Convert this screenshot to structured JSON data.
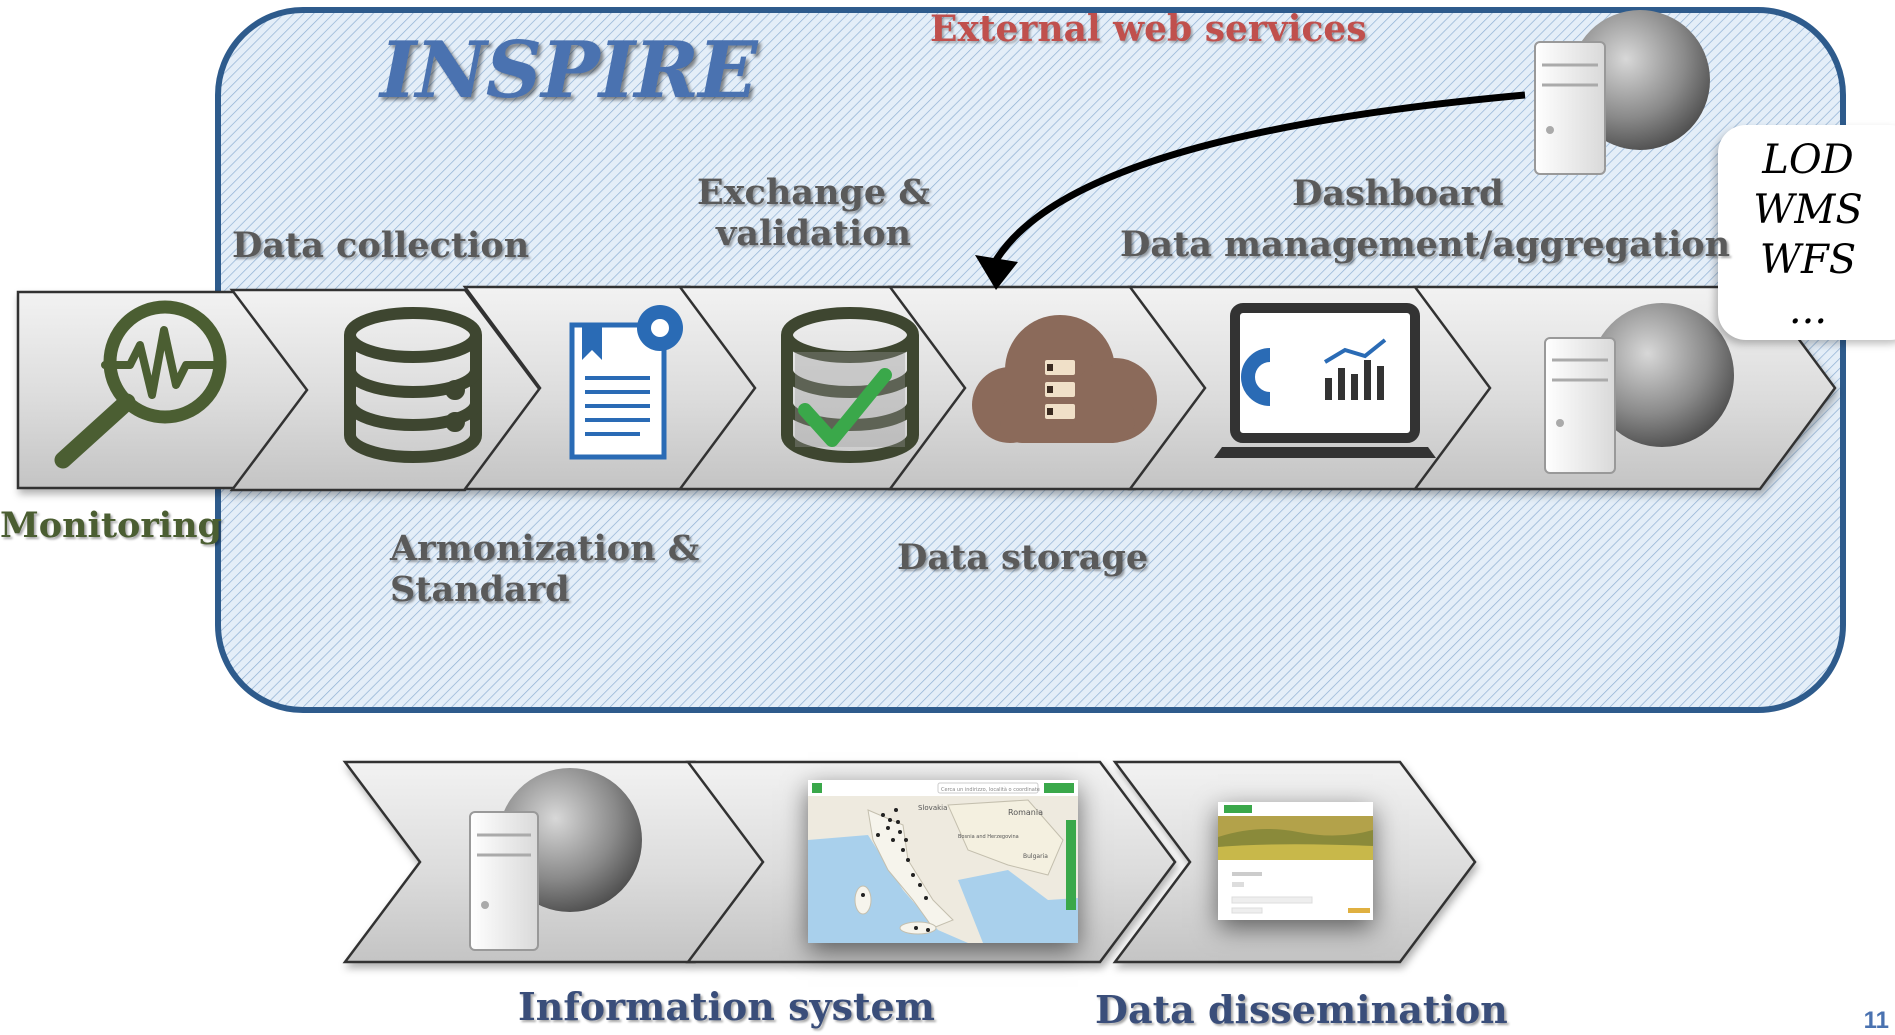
{
  "title": "INSPIRE",
  "external_label": "External web services",
  "callout": {
    "items": [
      "LOD",
      "WMS",
      "WFS",
      "..."
    ]
  },
  "labels": {
    "monitoring": "Monitoring",
    "data_collection": "Data collection",
    "armonization_line1": "Armonization &",
    "armonization_line2": "Standard",
    "exchange_line1": "Exchange &",
    "exchange_line2": "validation",
    "data_storage": "Data storage",
    "dashboard": "Dashboard",
    "data_management": "Data management/aggregation",
    "information_system": "Information system",
    "data_dissemination": "Data dissemination"
  },
  "map": {
    "search_placeholder": "Cerca un indirizzo, località o coordinate",
    "place_labels": [
      "Slovakia",
      "Romania",
      "Bosnia and Herzegovina",
      "Bulgaria"
    ]
  },
  "page_number": "11",
  "colors": {
    "frame": "#2e5b8c",
    "frame_fill": "#dde9f5",
    "title": "#4a72b0",
    "external": "#c0504d",
    "label": "#5a5a5a",
    "monitoring": "#4b5e32",
    "icon_dark": "#3e4630",
    "doc_blue": "#2a6bb5",
    "cloud": "#8b6a5a",
    "check": "#3aa84a"
  },
  "icons": [
    "monitoring-icon",
    "database-icon",
    "document-settings-icon",
    "database-check-icon",
    "cloud-server-icon",
    "laptop-dashboard-icon",
    "server-globe-icon"
  ]
}
